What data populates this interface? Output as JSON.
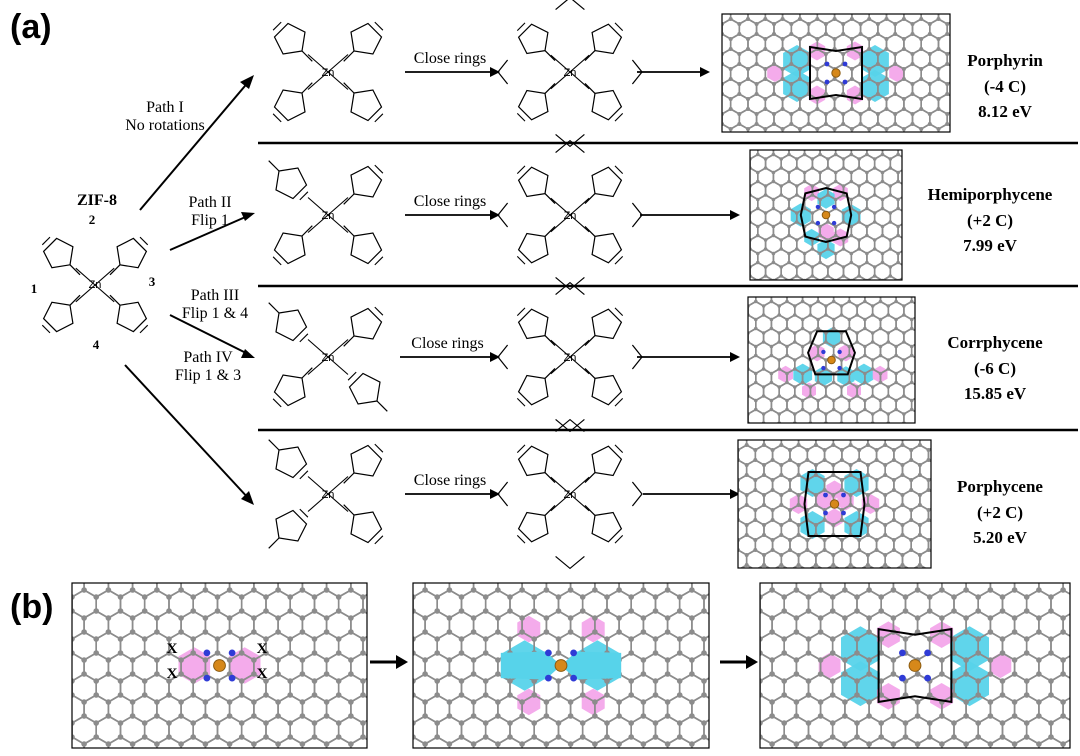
{
  "panels": {
    "a": "(a)",
    "b": "(b)"
  },
  "start": {
    "name": "ZIF-8",
    "sites": [
      "1",
      "2",
      "3",
      "4"
    ],
    "metal": "Zn"
  },
  "step_label": "Close rings",
  "paths": [
    {
      "id": "I",
      "line1": "Path I",
      "line2": "No rotations",
      "product": "Porphyrin",
      "carbon": "(-4 C)",
      "energy": "8.12 eV"
    },
    {
      "id": "II",
      "line1": "Path II",
      "line2": "Flip 1",
      "product": "Hemiporphycene",
      "carbon": "(+2 C)",
      "energy": "7.99 eV"
    },
    {
      "id": "III",
      "line1": "Path III",
      "line2": "Flip 1 & 4",
      "product": "Corrphycene",
      "carbon": "(-6 C)",
      "energy": "15.85 eV"
    },
    {
      "id": "IV",
      "line1": "Path IV",
      "line2": "Flip 1 & 3",
      "product": "Porphycene",
      "carbon": "(+2 C)",
      "energy": "5.20 eV"
    }
  ],
  "colors": {
    "cyan": "#57d3ea",
    "pink": "#f3a6ea",
    "atom": "#8c8c8c",
    "bond": "#8c8c8c",
    "n": "#2f3bd6",
    "zn": "#d6881a"
  },
  "panel_b_marks": [
    "X",
    "X",
    "X",
    "X"
  ]
}
